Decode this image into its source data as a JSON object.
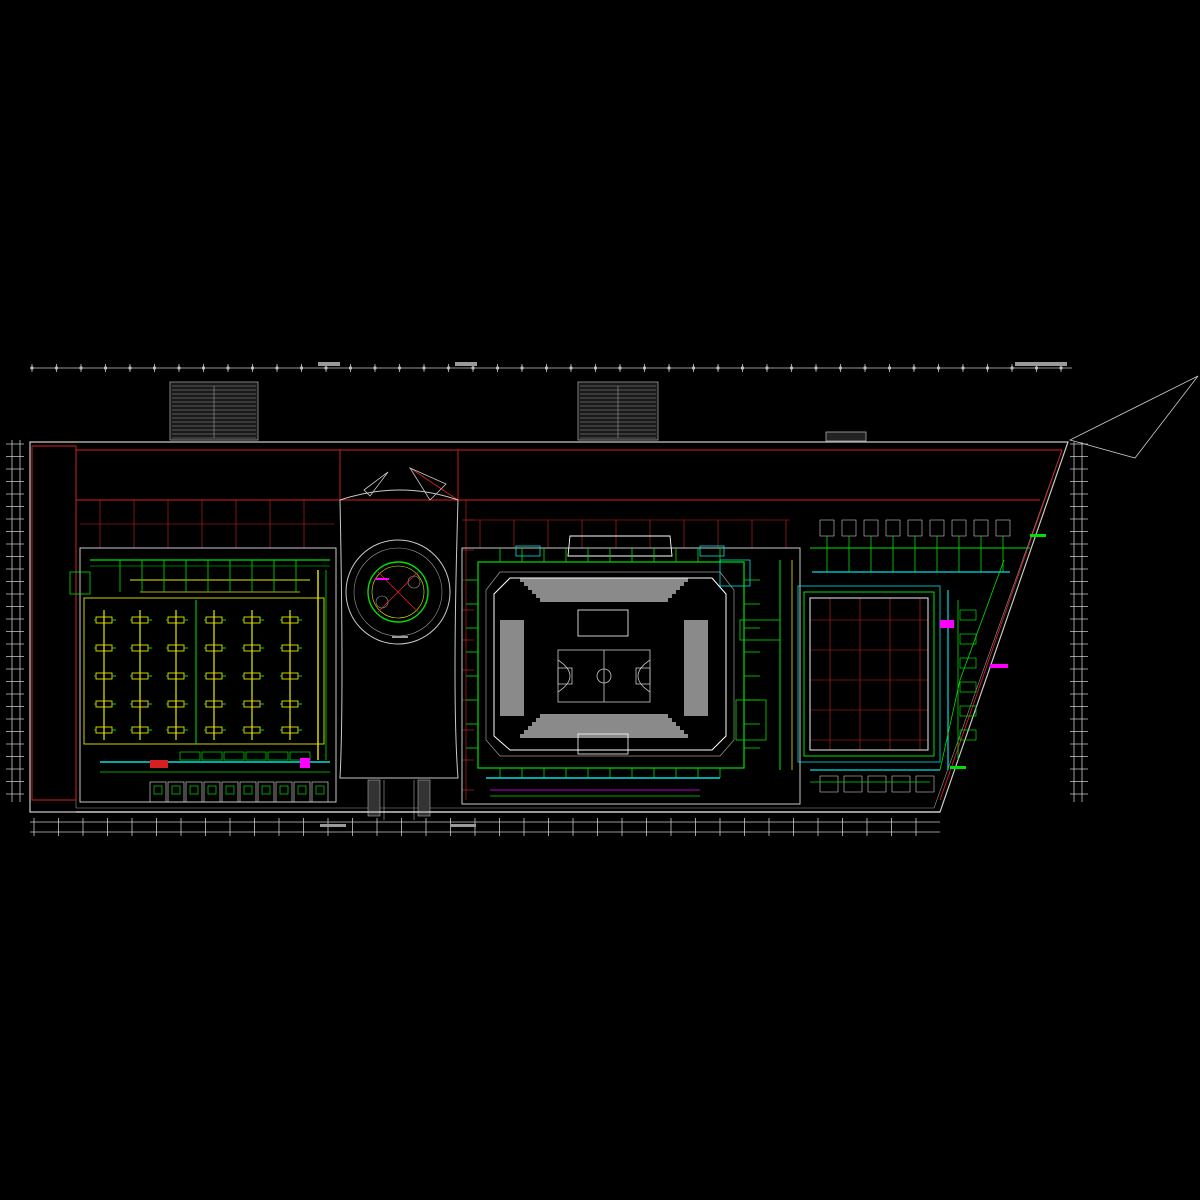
{
  "drawing": {
    "background": "#000000",
    "colors": {
      "outline": "#c8c8c8",
      "grid_red": "#d42020",
      "duct_green": "#00e000",
      "duct_yellow": "#e8e800",
      "pipe_cyan": "#00e0e0",
      "tag_magenta": "#ff00ff",
      "seat_gray": "#8a8a8a",
      "wall_white": "#ffffff"
    },
    "zones": [
      {
        "id": "west-hall",
        "fixture": "fan-coil-units"
      },
      {
        "id": "central-atrium",
        "fixture": "circular-atrium"
      },
      {
        "id": "arena",
        "fixture": "basketball-court"
      },
      {
        "id": "east-hall",
        "fixture": "open-hall"
      }
    ]
  }
}
